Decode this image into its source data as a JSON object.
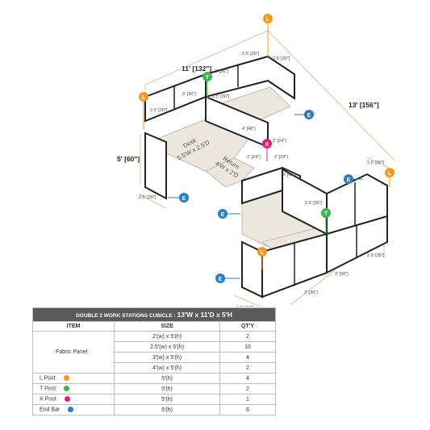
{
  "dims": {
    "width_total": "11' [132\"]",
    "depth_total": "13' [156\"]",
    "height": "5' [60\"]",
    "d30": "2.5' [30\"]",
    "d36": "3' [36\"]",
    "d48": "4' [48\"]",
    "d24": "2' [24\"]",
    "d35": "2.5' [35\"]"
  },
  "desk": {
    "line1": "Desk",
    "line2": "5.5'W x 2.5'D"
  },
  "ret": {
    "line1": "Return",
    "line2": "4'W x 2'D"
  },
  "markers": {
    "L": "L",
    "T": "T",
    "X": "X",
    "E": "E"
  },
  "table": {
    "title_prefix": "DOUBLE 2 WORK STATIONS  CUBICLE  :",
    "title_dims": "13'W x 11'D x 5'H",
    "headers": [
      "ITEM",
      "SIZE",
      "QT'Y"
    ],
    "fabric_label": "Fabric Panel",
    "fabric_rows": [
      {
        "size": "2'(w) x 5'(h)",
        "qty": "2"
      },
      {
        "size": "2.5'(w) x 5'(h)",
        "qty": "10"
      },
      {
        "size": "3'(w) x 5'(h)",
        "qty": "4"
      },
      {
        "size": "4'(w) x 5'(h)",
        "qty": "2"
      }
    ],
    "post_rows": [
      {
        "item": "L Post",
        "size": "5'(h)",
        "qty": "4"
      },
      {
        "item": "T Post",
        "size": "5'(h)",
        "qty": "2"
      },
      {
        "item": "X Post",
        "size": "5'(h)",
        "qty": "1"
      },
      {
        "item": "End Bar",
        "size": "5'(h)",
        "qty": "6"
      }
    ]
  },
  "colors": {
    "L": "#f39a1e",
    "T": "#3cb54a",
    "X": "#e0217a",
    "E": "#2b7cc1",
    "frame": "#222222",
    "worksurface": "#ece7dc",
    "dim_line": "#c8b98a"
  }
}
